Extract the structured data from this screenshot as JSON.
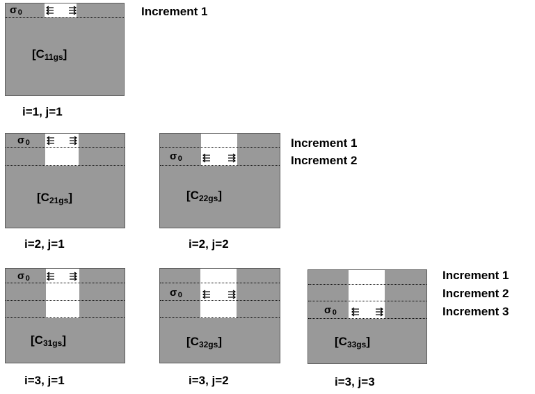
{
  "sigma_main": "σ",
  "sigma_sub": "0",
  "row1": {
    "increments": [
      "Increment 1"
    ],
    "panels": [
      {
        "label_open": "[C",
        "label_sub": "11gs",
        "label_close": "]",
        "caption": "i=1,  j=1"
      }
    ]
  },
  "row2": {
    "increments": [
      "Increment 1",
      "Increment 2"
    ],
    "panels": [
      {
        "label_open": "[C",
        "label_sub": "21gs",
        "label_close": "]",
        "caption": "i=2,  j=1"
      },
      {
        "label_open": "[C",
        "label_sub": "22gs",
        "label_close": "]",
        "caption": "i=2,  j=2"
      }
    ]
  },
  "row3": {
    "increments": [
      "Increment 1",
      "Increment 2",
      "Increment 3"
    ],
    "panels": [
      {
        "label_open": "[C",
        "label_sub": "31gs",
        "label_close": "]",
        "caption": "i=3,  j=1"
      },
      {
        "label_open": "[C",
        "label_sub": "32gs",
        "label_close": "]",
        "caption": "i=3,  j=2"
      },
      {
        "label_open": "[C",
        "label_sub": "33gs",
        "label_close": "]",
        "caption": "i=3,  j=3"
      }
    ]
  }
}
